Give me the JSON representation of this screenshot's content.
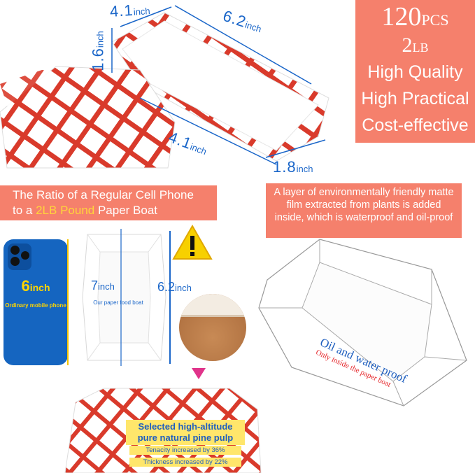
{
  "dimensions": {
    "top_width": {
      "value": "4.1",
      "unit": "inch"
    },
    "top_length": {
      "value": "6.2",
      "unit": "inch"
    },
    "height": {
      "value": "1.6",
      "unit": "inch"
    },
    "bottom_width": {
      "value": "4.1",
      "unit": "inch"
    },
    "bottom_height": {
      "value": "1.8",
      "unit": "inch"
    }
  },
  "promo": {
    "count": "120",
    "count_unit": "PCS",
    "weight": "2",
    "weight_unit": "LB",
    "features": [
      "High Quality",
      "High Practical",
      "Cost-effective"
    ]
  },
  "ratio_banner": {
    "line1": "The Ratio of a Regular Cell Phone",
    "line2_prefix": "to a ",
    "line2_highlight": "2LB Pound",
    "line2_suffix": " Paper Boat"
  },
  "film_note": "A layer of environmentally friendly matte film extracted from plants is added inside, which is waterproof and oil-proof",
  "phone": {
    "size": "6",
    "size_unit": "inch",
    "caption": "Ordinary mobile phone"
  },
  "boat_compare": {
    "length": "7",
    "length_unit": "inch",
    "caption": "Our paper food boat",
    "width": "6.2",
    "width_unit": "inch"
  },
  "oil_water": {
    "title": "Oil and water proof",
    "subtitle": "Only inside the paper boat"
  },
  "pulp": {
    "headline_line1": "Selected high-altitude",
    "headline_line2": "pure natural pine pulp",
    "tenacity": "Tenacity increased by 36%",
    "thickness": "Thickness increased by 22%"
  },
  "colors": {
    "accent": "#f5806c",
    "dimension_blue": "#1a66c9",
    "stripe_red": "#d93a2b",
    "phone_blue": "#1565c0",
    "highlight_yellow": "#ffd43b"
  }
}
